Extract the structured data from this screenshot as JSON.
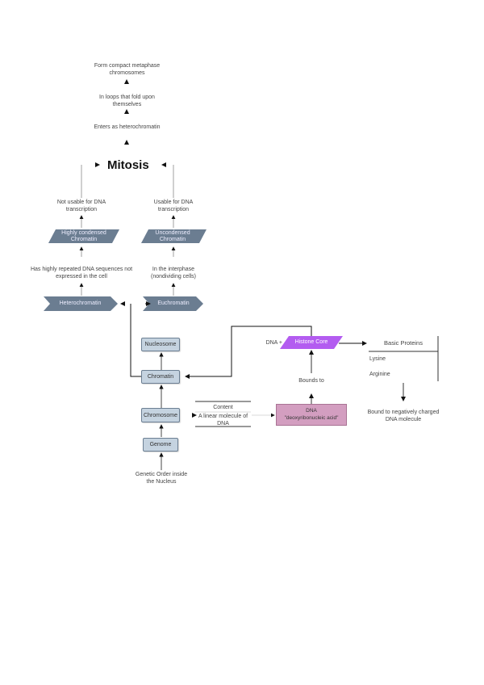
{
  "diagram": {
    "title": "Mitosis",
    "top_chain": [
      "Form compact metaphase chromosomes",
      "In loops that fold upon themselves",
      "Enters as heterochromatin"
    ],
    "left_branch": {
      "not_usable": "Not usable for DNA transcription",
      "condensed_shape": "Highly condensed Chromatin",
      "description": "Has highly repeated DNA sequences not expressed in the cell",
      "type_shape": "Heterochromatin"
    },
    "right_branch": {
      "usable": "Usable for DNA transcription",
      "uncondensed_shape": "Uncondensed Chromatin",
      "description": "In the interphase (nondividing cells)",
      "type_shape": "Euchromatin"
    },
    "stack": {
      "nucleosome": "Nucleosome",
      "chromatin": "Chromatin",
      "chromosome": "Chromosome",
      "genome": "Genome",
      "genome_caption": "Genetic Order inside the Nucleus"
    },
    "content_table": {
      "header": "Content",
      "value": "A linear molecule of DNA"
    },
    "dna_box": {
      "title": "DNA",
      "subtitle": "\"deoxyribonucleic acid\""
    },
    "bound_to": "Bounds to",
    "histone": {
      "prefix": "DNA +",
      "label": "Histone Core"
    },
    "basic_proteins": {
      "header": "Basic Proteins",
      "items": [
        "Lysine",
        "Arginine"
      ],
      "caption": "Bound to negatively charged DNA molecule"
    },
    "colors": {
      "slate_shape": "#6b7d91",
      "light_box": "#c5d3e0",
      "histone_purple": "#b35cf0",
      "dna_pink": "#d39ec0"
    }
  }
}
